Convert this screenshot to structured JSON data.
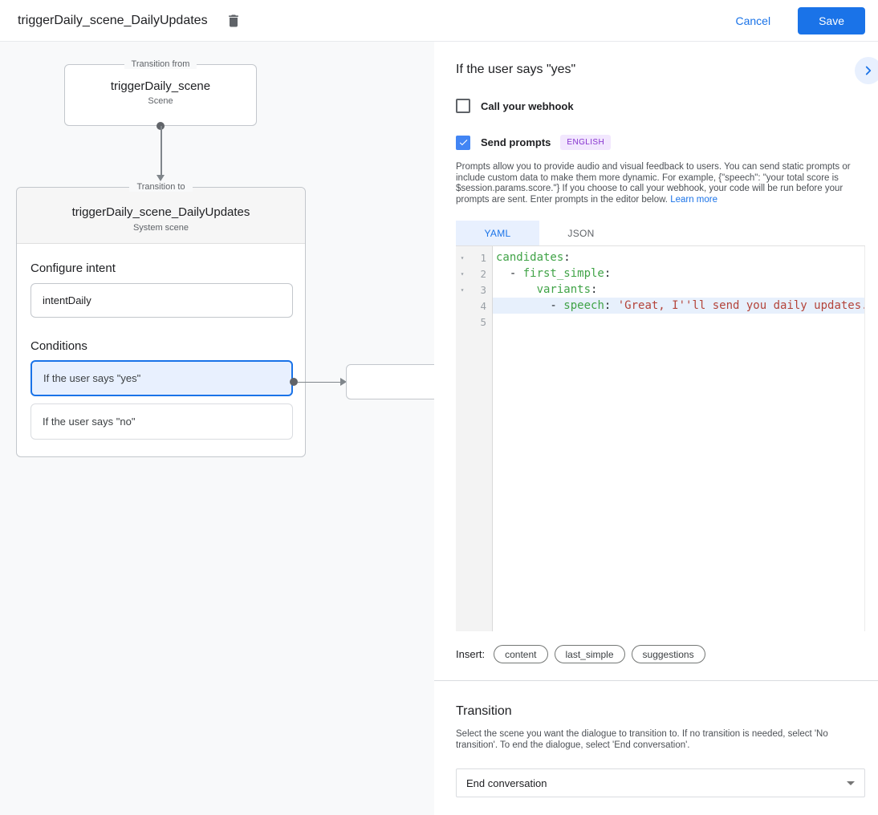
{
  "header": {
    "title": "triggerDaily_scene_DailyUpdates",
    "cancel_label": "Cancel",
    "save_label": "Save"
  },
  "colors": {
    "accent_blue": "#1a73e8",
    "checkbox_blue": "#4285f4",
    "selected_condition_bg": "#e8f0fe",
    "badge_purple": "#8430ce",
    "code_key_green": "#40a347",
    "code_string_red": "#b4443a",
    "active_line_bg": "#e7f0fc"
  },
  "diagram": {
    "from": {
      "legend": "Transition from",
      "name": "triggerDaily_scene",
      "type": "Scene"
    },
    "to": {
      "legend": "Transition to",
      "name": "triggerDaily_scene_DailyUpdates",
      "type": "System scene",
      "configure_intent_label": "Configure intent",
      "intent_value": "intentDaily",
      "conditions_label": "Conditions",
      "conditions": [
        {
          "label": "If the user says \"yes\"",
          "selected": true
        },
        {
          "label": "If the user says \"no\"",
          "selected": false
        }
      ]
    }
  },
  "detail": {
    "title": "If the user says \"yes\"",
    "webhook": {
      "label": "Call your webhook",
      "checked": false
    },
    "prompts": {
      "label": "Send prompts",
      "checked": true,
      "language_badge": "ENGLISH"
    },
    "description": "Prompts allow you to provide audio and visual feedback to users. You can send static prompts or include custom data to make them more dynamic. For example, {\"speech\": \"your total score is $session.params.score.\"} If you choose to call your webhook, your code will be run before your prompts are sent. Enter prompts in the editor below. ",
    "learn_more_label": "Learn more",
    "tabs": [
      {
        "label": "YAML",
        "active": true
      },
      {
        "label": "JSON",
        "active": false
      }
    ],
    "editor": {
      "active_line": 4,
      "lines": [
        {
          "num": "1",
          "fold": true,
          "tokens": [
            [
              "key",
              "candidates"
            ],
            [
              "plain",
              ":"
            ]
          ]
        },
        {
          "num": "2",
          "fold": true,
          "tokens": [
            [
              "plain",
              "  - "
            ],
            [
              "key",
              "first_simple"
            ],
            [
              "plain",
              ":"
            ]
          ]
        },
        {
          "num": "3",
          "fold": true,
          "tokens": [
            [
              "plain",
              "      "
            ],
            [
              "key",
              "variants"
            ],
            [
              "plain",
              ":"
            ]
          ]
        },
        {
          "num": "4",
          "fold": false,
          "tokens": [
            [
              "plain",
              "        - "
            ],
            [
              "key",
              "speech"
            ],
            [
              "plain",
              ": "
            ],
            [
              "str",
              "'Great, I''ll send you daily updates."
            ]
          ]
        },
        {
          "num": "5",
          "fold": false,
          "tokens": []
        }
      ]
    },
    "insert": {
      "label": "Insert:",
      "pills": [
        "content",
        "last_simple",
        "suggestions"
      ]
    },
    "transition": {
      "title": "Transition",
      "description": "Select the scene you want the dialogue to transition to. If no transition is needed, select 'No transition'. To end the dialogue, select 'End conversation'.",
      "selected_value": "End conversation"
    }
  }
}
